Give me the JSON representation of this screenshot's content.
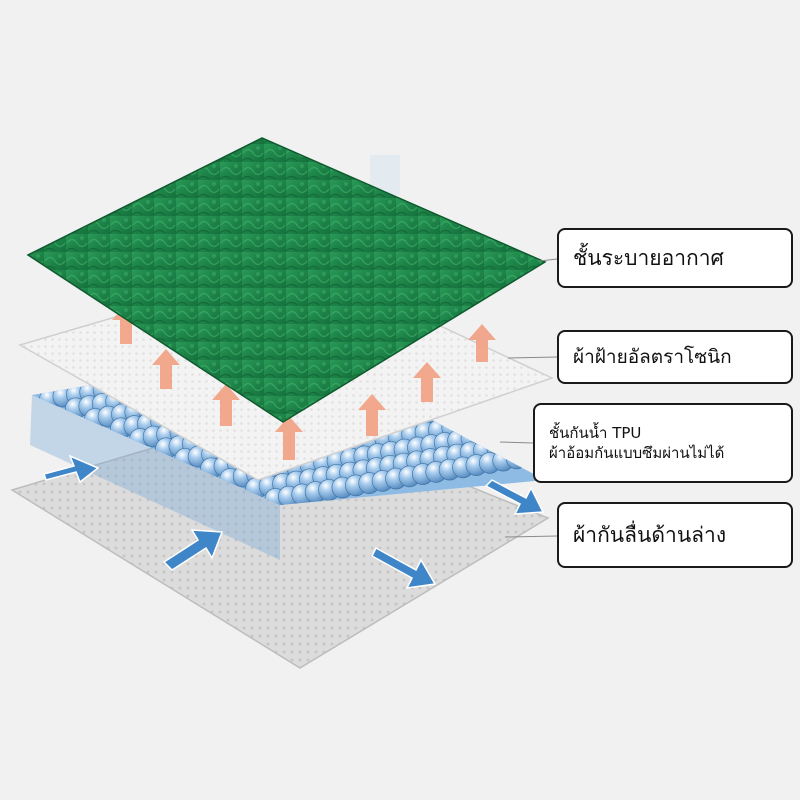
{
  "labels": {
    "breathable_layer": "ชั้นระบายอากาศ",
    "ultrasonic_cotton": "ผ้าฝ้ายอัลตราโซนิก",
    "tpu_layer_line1": "ชั้นกันน้ำ TPU",
    "tpu_layer_line2": "ผ้าอ้อมกันแบบซึมผ่านไม่ได้",
    "non_slip_bottom": "ผ้ากันลื่นด้านล่าง"
  },
  "colors": {
    "background": "#f1f1f1",
    "grass_green": "#1f8a4c",
    "cotton_white": "#f4f4f4",
    "tpu_blue": "#7fb3df",
    "bottom_gray": "#dcdcdc",
    "up_arrow": "#f2a488",
    "down_arrow": "#3f86c9"
  },
  "icons": {
    "up_arrows": "breathable-up-arrow-icon",
    "down_arrows": "drain-down-arrow-icon"
  }
}
